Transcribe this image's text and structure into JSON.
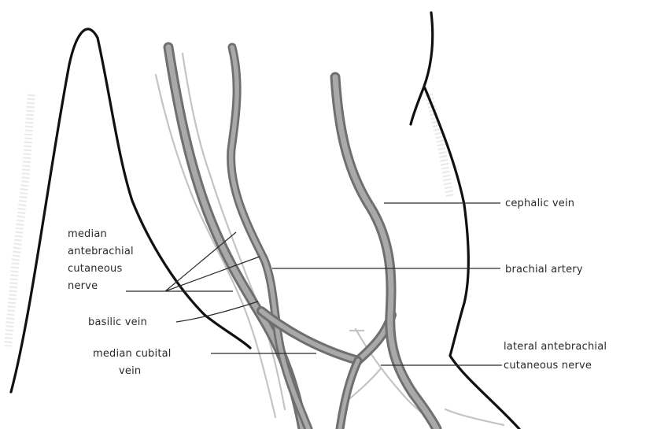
{
  "figure": {
    "labels": {
      "cephalic_vein": "cephalic vein",
      "brachial_artery": "brachial artery",
      "median_antebrachial_line1": "median",
      "median_antebrachial_line2": "antebrachial",
      "median_antebrachial_line3": "cutaneous",
      "median_antebrachial_line4": "nerve",
      "basilic_vein": "basilic vein",
      "median_cubital_line1": "median cubital",
      "median_cubital_line2": "vein",
      "lateral_antebrachial_line1": "lateral antebrachial",
      "lateral_antebrachial_line2": "cutaneous nerve"
    }
  }
}
